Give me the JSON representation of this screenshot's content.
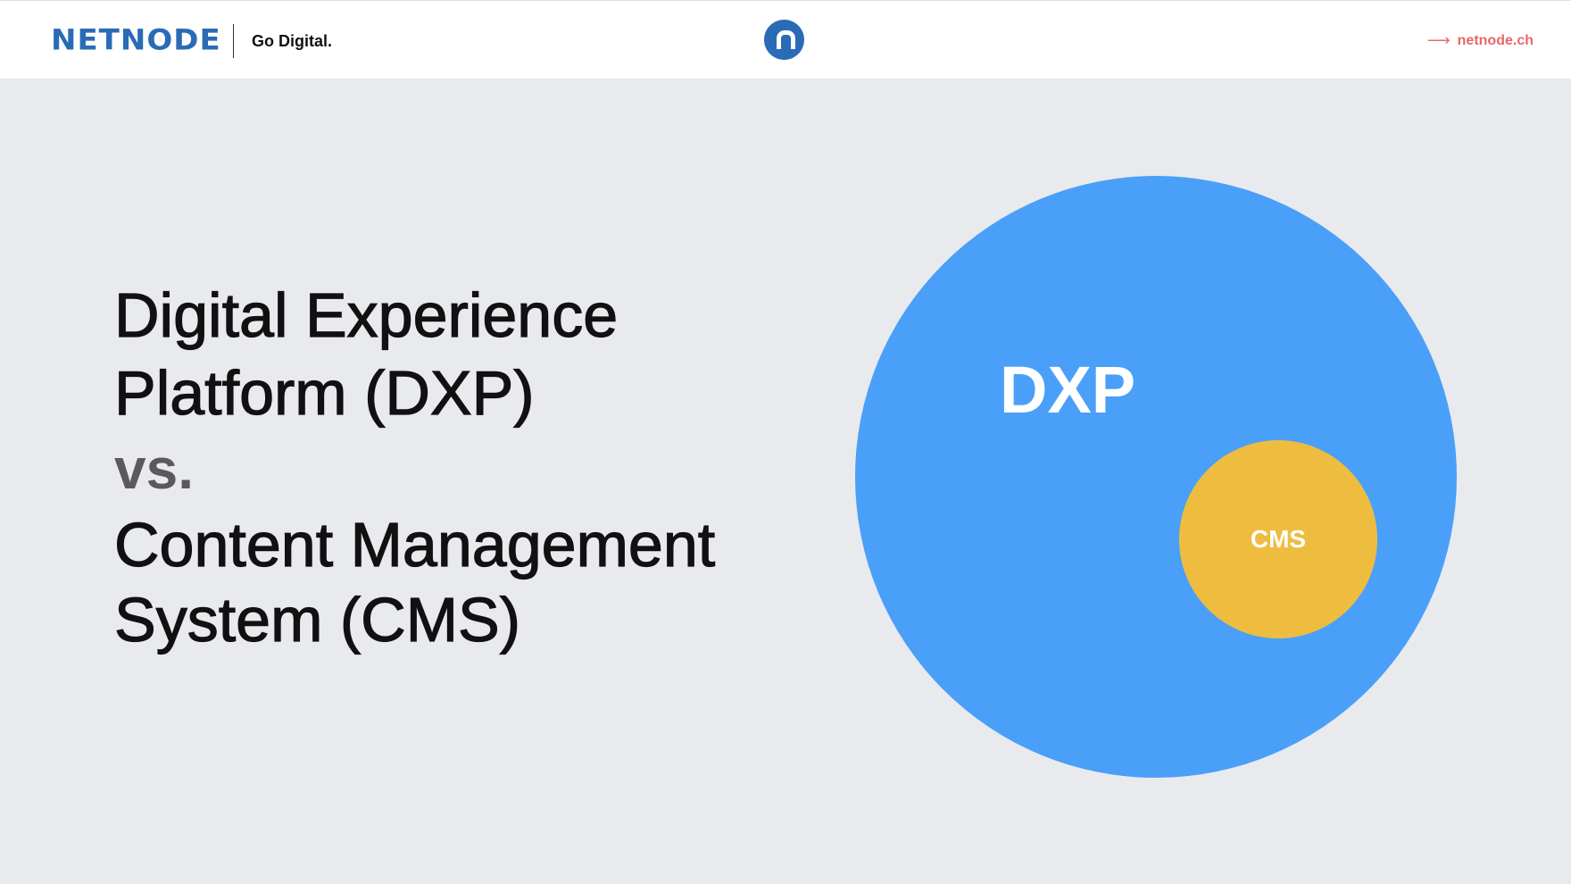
{
  "header": {
    "brand": "NETNODE",
    "tagline": "Go Digital.",
    "link_arrow": "⟶",
    "link_label": "netnode.ch"
  },
  "headline": {
    "line1": "Digital Experience",
    "line2": "Platform (DXP)",
    "vs": "vs.",
    "line3": "Content Management",
    "line4": "System (CMS)"
  },
  "diagram": {
    "outer_label": "DXP",
    "inner_label": "CMS",
    "outer_color": "#4a9ff8",
    "inner_color": "#eebd40"
  }
}
